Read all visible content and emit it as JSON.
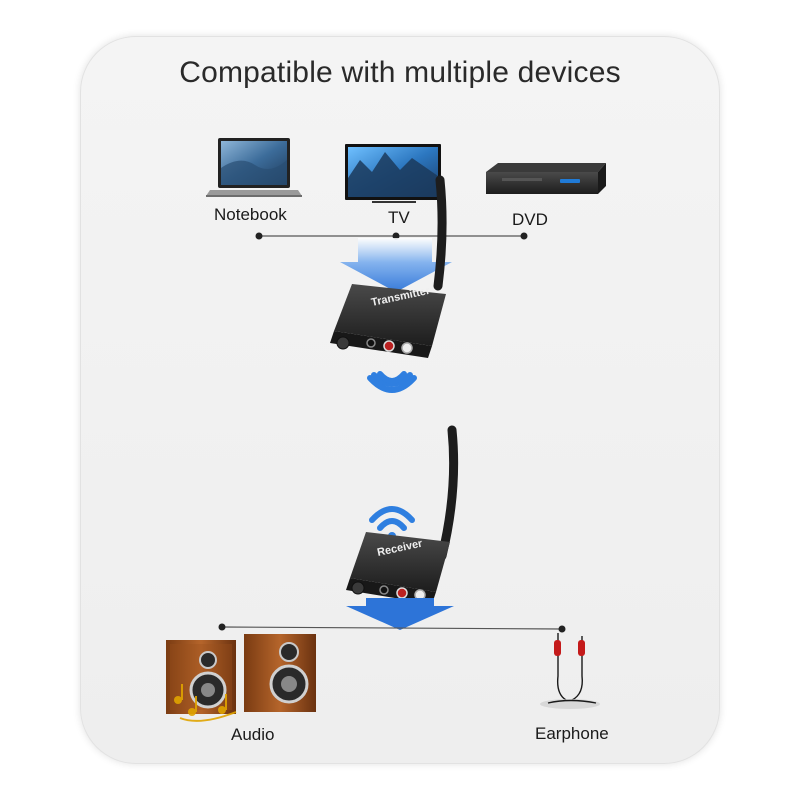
{
  "title": "Compatible with multiple devices",
  "sources": [
    {
      "label": "Notebook",
      "icon": "laptop-icon"
    },
    {
      "label": "TV",
      "icon": "tv-icon"
    },
    {
      "label": "DVD",
      "icon": "dvd-player-icon"
    }
  ],
  "outputs": [
    {
      "label": "Audio",
      "icon": "speakers-icon"
    },
    {
      "label": "Earphone",
      "icon": "earphone-icon"
    }
  ],
  "transmitter": {
    "name": "Transmitter"
  },
  "receiver": {
    "name": "Receiver"
  },
  "colors": {
    "arrow": "#2d74d8",
    "wifi": "#2f7fe0",
    "line": "#555555",
    "device_body": "#2b2b2b"
  }
}
